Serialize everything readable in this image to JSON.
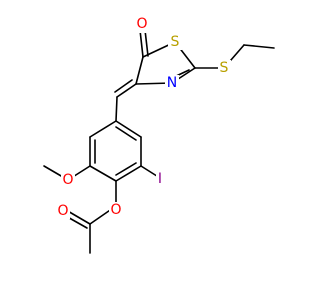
{
  "molecule": {
    "atoms": {
      "o_ketone": "O",
      "s_ring": "S",
      "s_thioether": "S",
      "n_ring": "N",
      "o_methoxy": "O",
      "i_iodo": "I",
      "o_ester": "O",
      "o_carbonyl": "O"
    },
    "colors": {
      "bond": "#000000",
      "oxygen": "#ff0000",
      "sulfur": "#b8a000",
      "nitrogen": "#0000ff",
      "iodine": "#8b008b"
    }
  }
}
